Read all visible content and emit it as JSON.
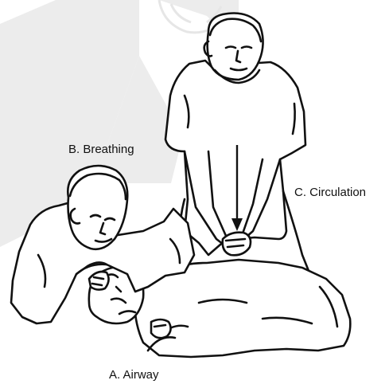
{
  "labels": {
    "breathing": "B. Breathing",
    "circulation": "C. Circulation",
    "airway": "A. Airway"
  },
  "colors": {
    "ink": "#111111",
    "watermark": "#e4e4e4",
    "background": "#ffffff"
  },
  "figures": {
    "rescuer_breathing": "rescuer giving breaths",
    "rescuer_compressions": "rescuer giving chest compressions",
    "patient": "patient lying on back"
  }
}
